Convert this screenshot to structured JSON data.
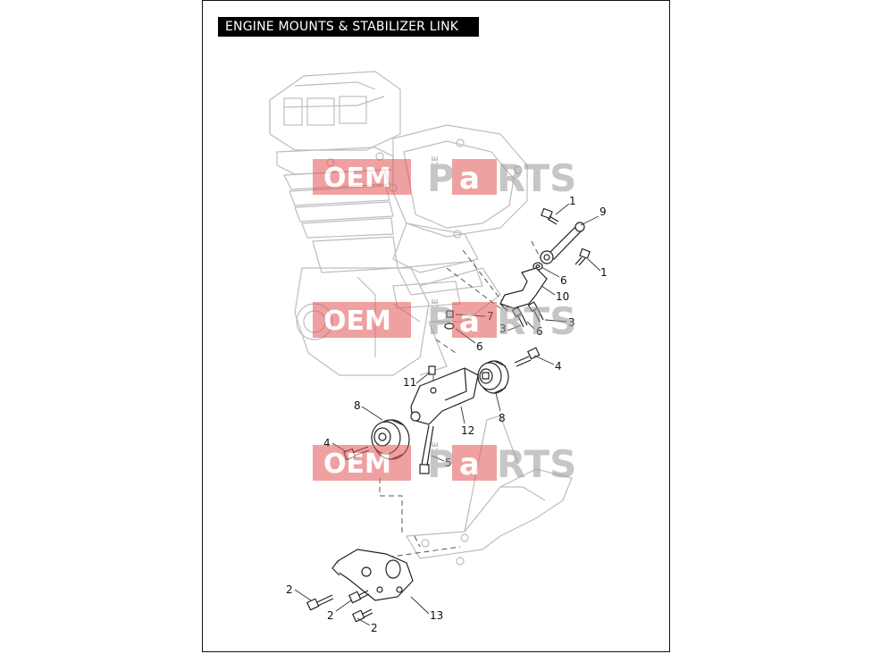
{
  "title": "ENGINE MOUNTS & STABILIZER LINK",
  "watermark": {
    "brand_a": "OEM",
    "brand_small": "BIKE",
    "brand_b": "P",
    "brand_c": "a",
    "brand_d": "RTS"
  },
  "callouts": [
    {
      "id": "c1a",
      "text": "1"
    },
    {
      "id": "c9",
      "text": "9"
    },
    {
      "id": "c1b",
      "text": "1"
    },
    {
      "id": "c6a",
      "text": "6"
    },
    {
      "id": "c10",
      "text": "10"
    },
    {
      "id": "c7",
      "text": "7"
    },
    {
      "id": "c3a",
      "text": "3"
    },
    {
      "id": "c6b",
      "text": "6"
    },
    {
      "id": "c3b",
      "text": "3"
    },
    {
      "id": "c6c",
      "text": "6"
    },
    {
      "id": "c4a",
      "text": "4"
    },
    {
      "id": "c11",
      "text": "11"
    },
    {
      "id": "c8a",
      "text": "8"
    },
    {
      "id": "c12",
      "text": "12"
    },
    {
      "id": "c8b",
      "text": "8"
    },
    {
      "id": "c4b",
      "text": "4"
    },
    {
      "id": "c5",
      "text": "5"
    },
    {
      "id": "c2a",
      "text": "2"
    },
    {
      "id": "c2b",
      "text": "2"
    },
    {
      "id": "c13",
      "text": "13"
    },
    {
      "id": "c2c",
      "text": "2"
    }
  ],
  "colors": {
    "frame": "#111111",
    "engine": "#b9b9b9",
    "part": "#222222",
    "watermark": "#e35555"
  }
}
